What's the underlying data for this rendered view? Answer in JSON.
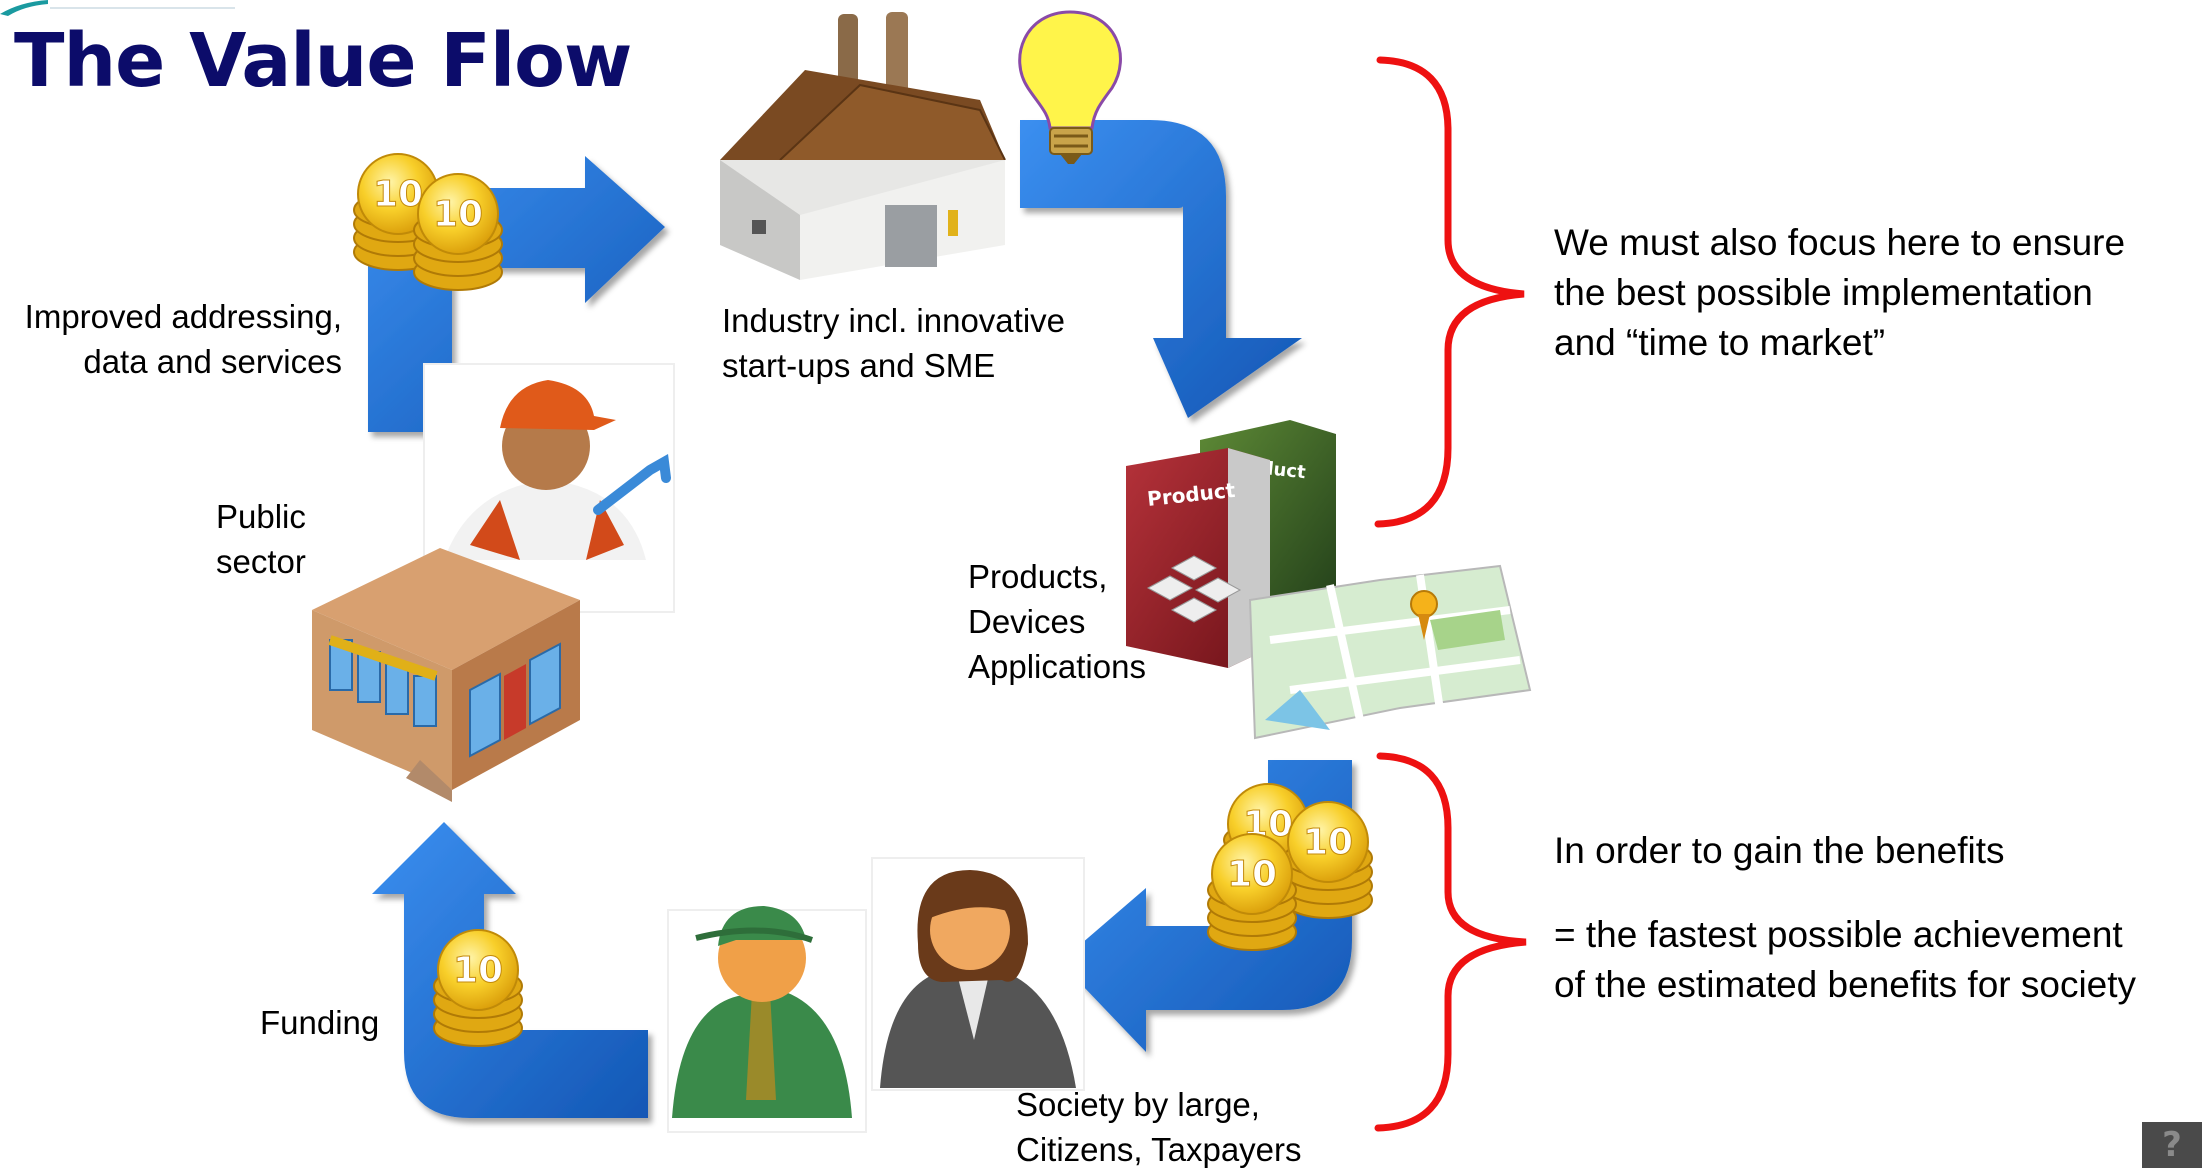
{
  "slide": {
    "title": "The Value Flow"
  },
  "nodes": {
    "public_sector": {
      "label_line1": "Public",
      "label_line2": "sector"
    },
    "industry": {
      "label_line1": "Industry incl. innovative",
      "label_line2": "start-ups and SME"
    },
    "products": {
      "label_line1": "Products,",
      "label_line2": "Devices",
      "label_line3": "Applications"
    },
    "society": {
      "label_line1": "Society by large,",
      "label_line2": "Citizens, Taxpayers"
    }
  },
  "flows": {
    "improved": {
      "label_line1": "Improved addressing,",
      "label_line2": "data and services"
    },
    "funding": {
      "label": "Funding"
    }
  },
  "coins": {
    "value": "10"
  },
  "products_box": {
    "label": "Product"
  },
  "notes": {
    "top": {
      "line1": "We must also focus here to ensure",
      "line2": "the best possible implementation",
      "line3": "and “time to market”"
    },
    "bottom": {
      "line1": "In order to gain the benefits",
      "line2": "= the fastest possible achievement",
      "line3": "of the estimated benefits for society"
    }
  },
  "help": {
    "label": "?"
  },
  "colors": {
    "title": "#0c0c6a",
    "arrow": "#1f6fd0",
    "brace": "#ee1111",
    "coin": "#f4c21c"
  }
}
